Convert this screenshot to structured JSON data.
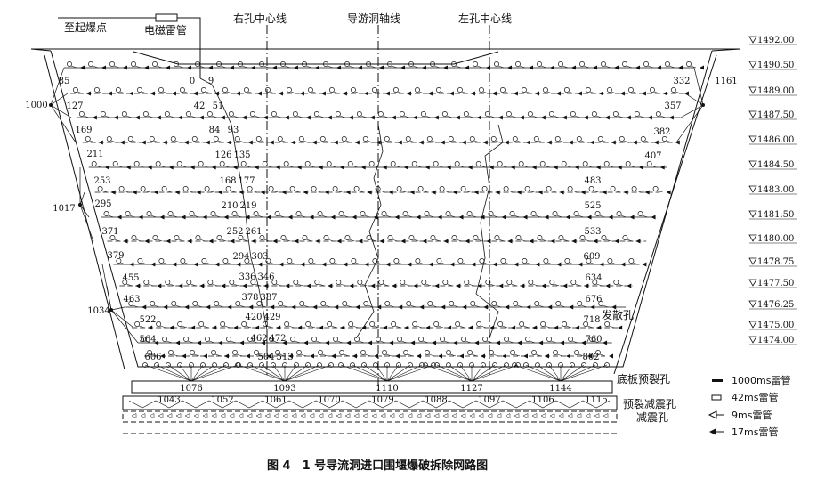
{
  "texts": {
    "detonation_point": "至起爆点",
    "electric_detonator": "电磁雷管",
    "right_hole_centerline": "右孔中心线",
    "diversion_axis_line": "导游洞轴线",
    "left_hole_centerline": "左孔中心线",
    "spread_holes": "发散孔",
    "floor_presplit_holes": "底板预裂孔",
    "presplit_damping_holes": "预裂减震孔",
    "damping_holes": "减震孔",
    "caption": "图 4　1 号导流洞进口围堰爆破拆除网路图"
  },
  "elevations": [
    "1492.00",
    "1490.50",
    "1489.00",
    "1487.50",
    "1486.00",
    "1484.50",
    "1483.00",
    "1481.50",
    "1480.00",
    "1478.75",
    "1477.50",
    "1476.25",
    "1475.00",
    "1474.00"
  ],
  "numbers": {
    "left_side": [
      "85",
      "127",
      "169",
      "211",
      "253",
      "295",
      "371",
      "379",
      "455",
      "463",
      "522",
      "564",
      "606"
    ],
    "left_nodes": [
      "1000",
      "1017",
      "1034"
    ],
    "right_side": [
      "332",
      "357",
      "382",
      "407",
      "483",
      "525",
      "533",
      "609",
      "634",
      "676",
      "718",
      "760",
      "802"
    ],
    "right_node": "1161",
    "center_pairs": [
      [
        "0",
        "9"
      ],
      [
        "42",
        "51"
      ],
      [
        "84",
        "93"
      ],
      [
        "126",
        "135"
      ],
      [
        "168",
        "177"
      ],
      [
        "210",
        "219"
      ],
      [
        "252",
        "261"
      ],
      [
        "294",
        "303"
      ],
      [
        "336",
        "346"
      ],
      [
        "378",
        "387"
      ],
      [
        "420",
        "429"
      ],
      [
        "462",
        "472"
      ],
      [
        "504",
        "513"
      ]
    ],
    "floor_nodes": [
      "1076",
      "1093",
      "1110",
      "1127",
      "1144"
    ],
    "damping_nodes": [
      "1043",
      "1052",
      "1061",
      "1070",
      "1079",
      "1088",
      "1097",
      "1106",
      "1115"
    ]
  },
  "legend": [
    {
      "symbol": "filled-block",
      "label": "1000ms雷管"
    },
    {
      "symbol": "open-box",
      "label": "42ms雷管"
    },
    {
      "symbol": "open-triangle",
      "label": "9ms雷管"
    },
    {
      "symbol": "filled-triangle",
      "label": "17ms雷管"
    }
  ]
}
